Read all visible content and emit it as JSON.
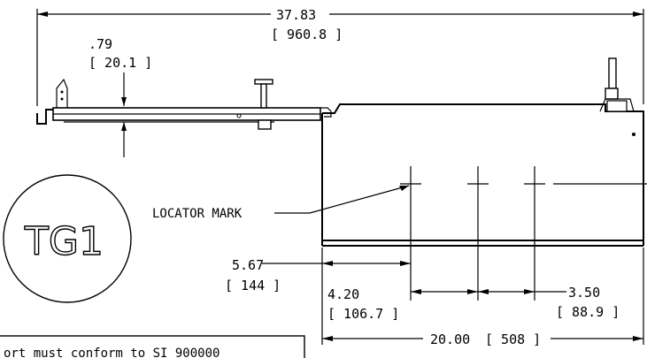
{
  "dimensions": {
    "overall_in": "37.83",
    "overall_mm": "[ 960.8 ]",
    "thickness_in": ".79",
    "thickness_mm": "[ 20.1 ]",
    "locator_offset_in": "5.67",
    "locator_offset_mm": "[ 144 ]",
    "first_spacing_in": "4.20",
    "first_spacing_mm": "[ 106.7 ]",
    "second_spacing_in": "3.50",
    "second_spacing_mm": "[ 88.9 ]",
    "width_in": "20.00",
    "width_mm": "[ 508 ]"
  },
  "labels": {
    "locator_mark": "LOCATOR MARK",
    "tag": "TG1"
  },
  "note": {
    "text": "ort must conform to SI 900000"
  }
}
